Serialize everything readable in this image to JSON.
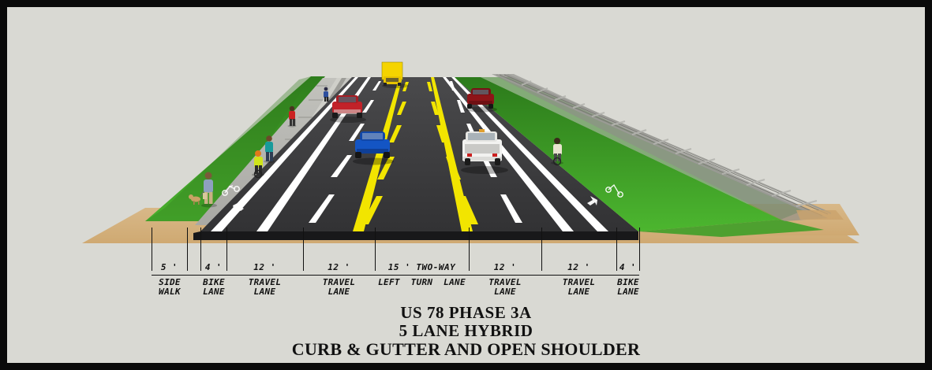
{
  "figure": {
    "background_color": "#d9d9d3",
    "border_color": "#0a0a0a",
    "earth_color": "#d6b385",
    "grass_color": "#3f9e28",
    "pavement_color": "#3a3a3c",
    "concrete_color": "#b9b9b4",
    "stripe_white": "#ffffff",
    "stripe_yellow": "#f2e500"
  },
  "title": {
    "line1": "US 78 PHASE 3A",
    "line2": "5 LANE HYBRID",
    "line3": "CURB & GUTTER AND OPEN SHOULDER"
  },
  "cross_section": {
    "total_label": "5 LANE HYBRID",
    "segments": [
      {
        "id": "sidewalk-left",
        "width_label": "5 '",
        "name_line1": "SIDE",
        "name_line2": "WALK"
      },
      {
        "id": "bike-lane-left",
        "width_label": "4 '",
        "name_line1": "BIKE",
        "name_line2": "LANE"
      },
      {
        "id": "travel-lane-1",
        "width_label": "12 '",
        "name_line1": "TRAVEL",
        "name_line2": "LANE"
      },
      {
        "id": "travel-lane-2",
        "width_label": "12 '",
        "name_line1": "TRAVEL",
        "name_line2": "LANE"
      },
      {
        "id": "center-turn-lane",
        "width_label": "15 '  TWO-WAY",
        "name_line1": "LEFT  TURN  LANE",
        "name_line2": ""
      },
      {
        "id": "travel-lane-3",
        "width_label": "12 '",
        "name_line1": "TRAVEL",
        "name_line2": "LANE"
      },
      {
        "id": "travel-lane-4",
        "width_label": "12 '",
        "name_line1": "TRAVEL",
        "name_line2": "LANE"
      },
      {
        "id": "bike-lane-right",
        "width_label": "4 '",
        "name_line1": "BIKE",
        "name_line2": "LANE"
      }
    ]
  },
  "scene": {
    "vehicles": [
      {
        "id": "box-truck",
        "color_label": "yellow",
        "hex": "#f5d400"
      },
      {
        "id": "red-suv",
        "color_label": "red",
        "hex": "#c22229"
      },
      {
        "id": "blue-sedan",
        "color_label": "blue",
        "hex": "#1455c4"
      },
      {
        "id": "white-pickup",
        "color_label": "white",
        "hex": "#f2f2f0"
      },
      {
        "id": "red-car",
        "color_label": "red",
        "hex": "#8e1418"
      }
    ],
    "people": [
      {
        "id": "pedestrian-with-dog",
        "hex": "#8ea0bf"
      },
      {
        "id": "cyclist-safety-vest",
        "hex": "#cfe41a"
      },
      {
        "id": "pedestrian-teal",
        "hex": "#189b9b"
      },
      {
        "id": "pedestrian-red",
        "hex": "#cc2222"
      },
      {
        "id": "cyclist-right-shoulder",
        "hex": "#e8e4cf"
      }
    ],
    "features": [
      {
        "id": "railroad-track",
        "label": "railroad track"
      },
      {
        "id": "grass-embankment",
        "label": "grass embankment"
      },
      {
        "id": "curb-and-gutter",
        "label": "curb and gutter"
      },
      {
        "id": "bike-lane-symbol",
        "label": "bike lane pavement symbol"
      }
    ]
  }
}
